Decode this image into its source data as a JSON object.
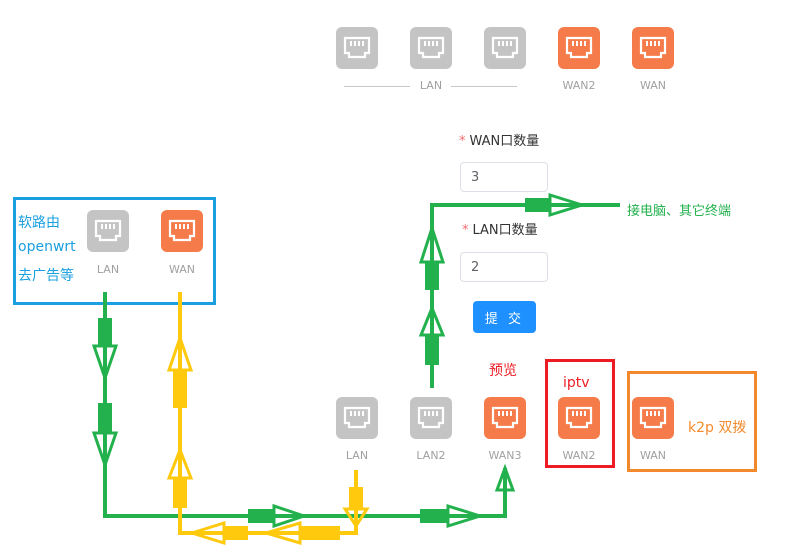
{
  "top_ports": [
    {
      "kind": "gray"
    },
    {
      "kind": "gray"
    },
    {
      "kind": "gray"
    },
    {
      "kind": "orange"
    },
    {
      "kind": "orange"
    }
  ],
  "top_labels": {
    "lan": "LAN",
    "wan2": "WAN2",
    "wan": "WAN"
  },
  "form": {
    "wan_count_label": "WAN口数量",
    "wan_count_value": "3",
    "lan_count_label": "LAN口数量",
    "lan_count_value": "2",
    "submit_label": "提 交"
  },
  "soft_router": {
    "text_line1": "软路由",
    "text_line2": "openwrt",
    "text_line3": "去广告等",
    "lan_label": "LAN",
    "wan_label": "WAN"
  },
  "bottom_ports": {
    "lan": "LAN",
    "lan2": "LAN2",
    "wan3": "WAN3",
    "wan2": "WAN2",
    "wan": "WAN"
  },
  "annotations": {
    "connect_pc": "接电脑、其它终端",
    "preview": "预览",
    "iptv": "iptv",
    "k2p": "k2p 双拨"
  },
  "colors": {
    "green": "#22b14c",
    "yellow": "#ffc90e",
    "red": "#ed1c24",
    "orange_box": "#f28a2d",
    "blue_box": "#1a9fe0",
    "port_orange": "#f57c4a",
    "port_gray": "#c4c4c4"
  }
}
